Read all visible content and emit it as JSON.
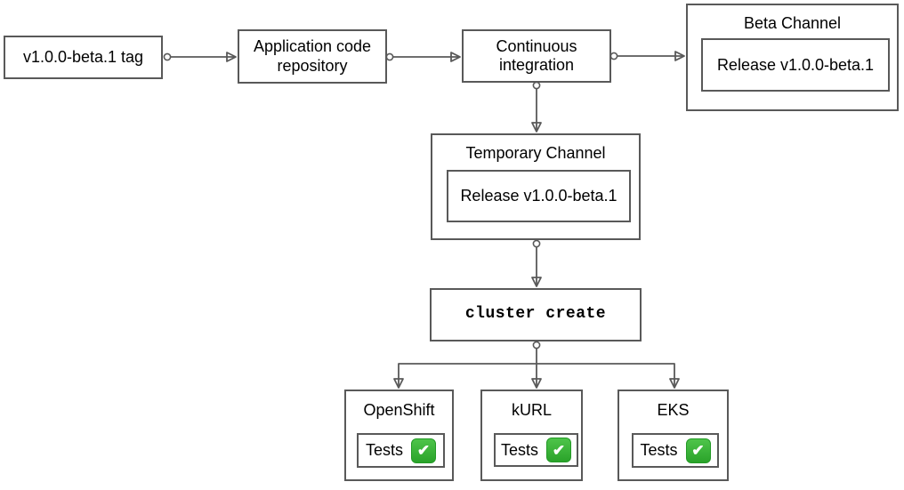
{
  "diagram": {
    "type": "flowchart",
    "colors": {
      "stroke": "#595959",
      "text": "#000000",
      "background": "#ffffff",
      "check_green": "#2aa32a"
    },
    "icons": {
      "check": "✔"
    },
    "nodes": {
      "tag": {
        "label": "v1.0.0-beta.1 tag"
      },
      "app_repo": {
        "label": "Application code repository"
      },
      "ci": {
        "label": "Continuous integration"
      },
      "beta_channel": {
        "title": "Beta Channel",
        "release": "Release v1.0.0-beta.1"
      },
      "temporary_channel": {
        "title": "Temporary Channel",
        "release": "Release v1.0.0-beta.1"
      },
      "cluster_create": {
        "label": "cluster create"
      },
      "openshift": {
        "title": "OpenShift",
        "tests_label": "Tests",
        "status_icon": "check-mark-button"
      },
      "kurl": {
        "title": "kURL",
        "tests_label": "Tests",
        "status_icon": "check-mark-button"
      },
      "eks": {
        "title": "EKS",
        "tests_label": "Tests",
        "status_icon": "check-mark-button"
      }
    },
    "edges": [
      {
        "from": "tag",
        "to": "app_repo"
      },
      {
        "from": "app_repo",
        "to": "ci"
      },
      {
        "from": "ci",
        "to": "beta_channel"
      },
      {
        "from": "ci",
        "to": "temporary_channel"
      },
      {
        "from": "temporary_channel",
        "to": "cluster_create"
      },
      {
        "from": "cluster_create",
        "to": "openshift"
      },
      {
        "from": "cluster_create",
        "to": "kurl"
      },
      {
        "from": "cluster_create",
        "to": "eks"
      }
    ]
  }
}
